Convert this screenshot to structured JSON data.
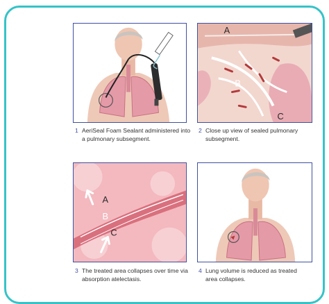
{
  "figure": {
    "captions": [
      {
        "number": "1",
        "text": "AeriSeal Foam Sealant administered into a pulmonary subsegment."
      },
      {
        "number": "2",
        "text": "Close up view of sealed pulmonary subsegment."
      },
      {
        "number": "3",
        "text": "The treated area collapses over time via absorption atelectasis."
      },
      {
        "number": "4",
        "text": "Lung volume is reduced as treated area collapses."
      }
    ],
    "panel2_labels": {
      "a": "A",
      "b": "B",
      "c": "C"
    },
    "panel3_labels": {
      "a": "A",
      "b": "B",
      "c": "C"
    }
  },
  "colors": {
    "frame": "#35c3c8",
    "panel_border": "#3f4fa0",
    "lung_pink": "#e59aa8",
    "tissue": "#f2d7cf"
  }
}
